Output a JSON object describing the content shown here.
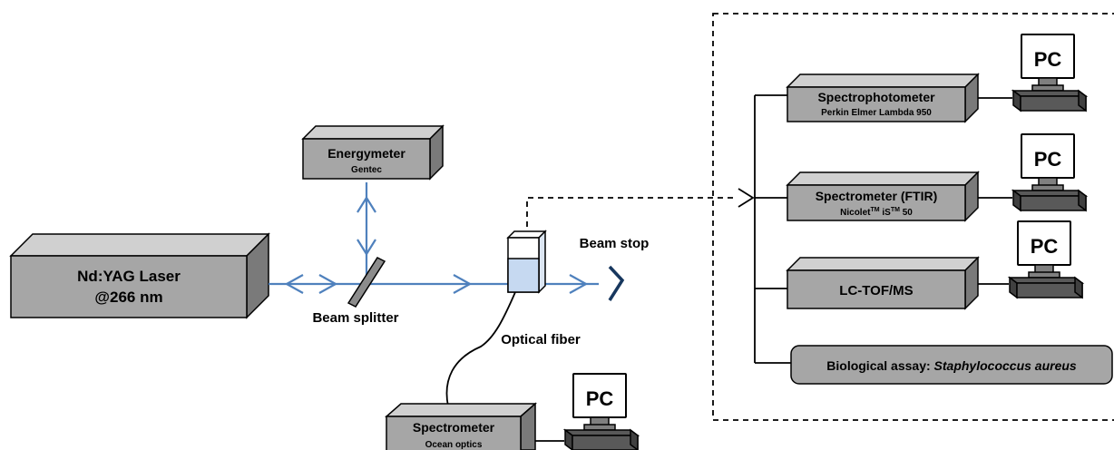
{
  "laser": {
    "line1": "Nd:YAG Laser",
    "line2": "@266 nm"
  },
  "energymeter": {
    "title": "Energymeter",
    "subtitle": "Gentec"
  },
  "beam_splitter": {
    "label": "Beam splitter"
  },
  "beam_stop": {
    "label": "Beam stop"
  },
  "optical_fiber": {
    "label": "Optical fiber"
  },
  "spectrometer_bottom": {
    "title": "Spectrometer",
    "subtitle": "Ocean optics"
  },
  "pc_label": "PC",
  "analysis": {
    "spectrophotometer": {
      "title": "Spectrophotometer",
      "subtitle": "Perkin Elmer Lambda 950"
    },
    "ftir": {
      "title": "Spectrometer (FTIR)",
      "sub_a": "Nicolet",
      "sub_tm1": "TM",
      "sub_b": " iS",
      "sub_tm2": "TM",
      "sub_c": " 50"
    },
    "lctof": {
      "title": "LC-TOF/MS"
    },
    "bio": {
      "prefix": "Biological assay: ",
      "species": "Staphylococcus aureus"
    }
  }
}
